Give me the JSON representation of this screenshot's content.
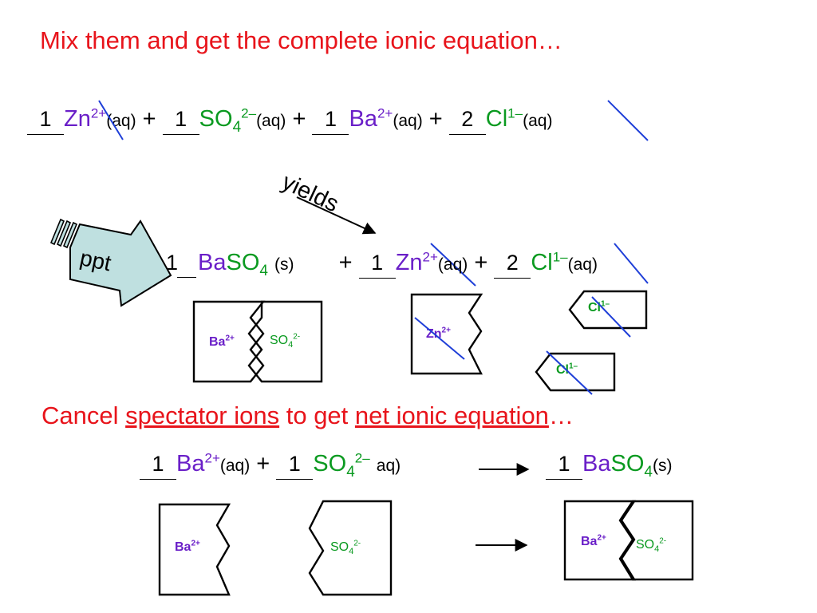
{
  "title": "Mix them and get the complete ionic equation…",
  "yields_label": "yields",
  "ppt_label": "ppt",
  "aq": "(aq)",
  "aq_partial": "aq)",
  "solid": "(s)",
  "plus": "+",
  "complete_equation": {
    "coef_zn": "1",
    "zn": "Zn",
    "zn_charge": "2+",
    "coef_so4": "1",
    "so4_base": "SO",
    "so4_sub": "4",
    "so4_charge": "2–",
    "coef_ba": "1",
    "ba": "Ba",
    "ba_charge": "2+",
    "coef_cl": "2",
    "cl": "Cl",
    "cl_charge": "1–"
  },
  "products": {
    "coef_baso4": "1",
    "ba": "Ba",
    "so4_base": "SO",
    "so4_sub": "4",
    "coef_zn": "1",
    "zn": "Zn",
    "zn_charge": "2+",
    "coef_cl": "2",
    "cl": "Cl",
    "cl_charge": "1–"
  },
  "tiles": {
    "ba": "Ba",
    "ba_charge": "2+",
    "so4": "SO",
    "so4_sub": "4",
    "so4_charge": "2-",
    "zn": "Zn",
    "zn_charge": "2+",
    "cl": "Cl",
    "cl_charge": "1–"
  },
  "cancel_line": {
    "prefix": "Cancel ",
    "spectator": "spectator ions",
    "middle": " to get ",
    "net": "net ionic equation",
    "suffix": "…"
  },
  "net_equation": {
    "coef_ba": "1",
    "ba": "Ba",
    "ba_charge": "2+",
    "coef_so4": "1",
    "so4_base": "SO",
    "so4_sub": "4",
    "so4_charge": "2–",
    "coef_baso4": "1",
    "ba_prod": "Ba",
    "so4_prod_base": "SO",
    "so4_prod_sub": "4"
  },
  "colors": {
    "red": "#e8141b",
    "purple": "#6a1fc8",
    "green": "#0a9a20",
    "strike_blue": "#1f3fd8",
    "ppt_arrow": "#bfe0e0"
  }
}
